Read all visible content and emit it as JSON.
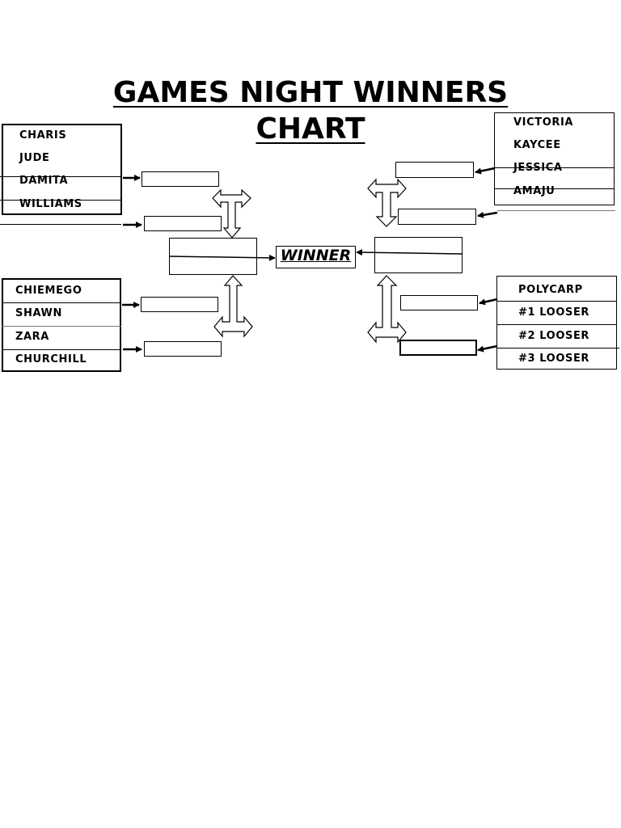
{
  "title": {
    "line1": "GAMES NIGHT WINNERS",
    "line2": "CHART"
  },
  "groups": {
    "top_left": [
      "CHARIS",
      "JUDE",
      "DAMITA",
      "WILLIAMS"
    ],
    "bottom_left": [
      "CHIEMEGO",
      "SHAWN",
      "ZARA",
      "CHURCHILL"
    ],
    "top_right": [
      "VICTORIA",
      "KAYCEE",
      "JESSICA",
      "AMAJU"
    ],
    "bottom_right": [
      "POLYCARP",
      "#1 LOOSER",
      "#2 LOOSER",
      "#3 LOOSER"
    ]
  },
  "winner_label": "WINNER"
}
